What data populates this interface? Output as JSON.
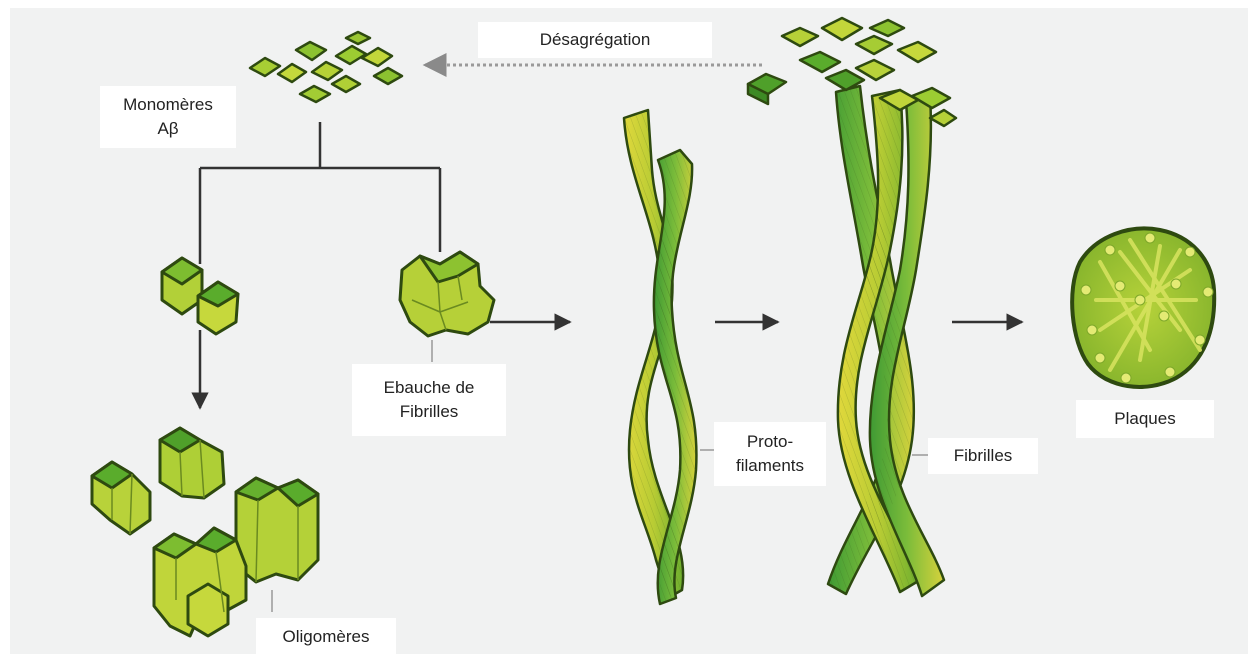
{
  "labels": {
    "disaggregation": "Désagrégation",
    "monomers_line1": "Monomères",
    "monomers_line2": "Aβ",
    "fibril_draft_line1": "Ebauche de",
    "fibril_draft_line2": "Fibrilles",
    "protofilaments_line1": "Proto-",
    "protofilaments_line2": "filaments",
    "fibrils": "Fibrilles",
    "plaques": "Plaques",
    "oligomers": "Oligomères"
  },
  "colors": {
    "background": "#f1f2f2",
    "cube_light": "#c8dc3c",
    "cube_mid": "#9cc62e",
    "cube_dark": "#4fa02a",
    "cube_edge": "#2e4a10",
    "strand_yellow": "#d8d43a",
    "strand_green": "#4ea43a",
    "arrow": "#333333"
  }
}
